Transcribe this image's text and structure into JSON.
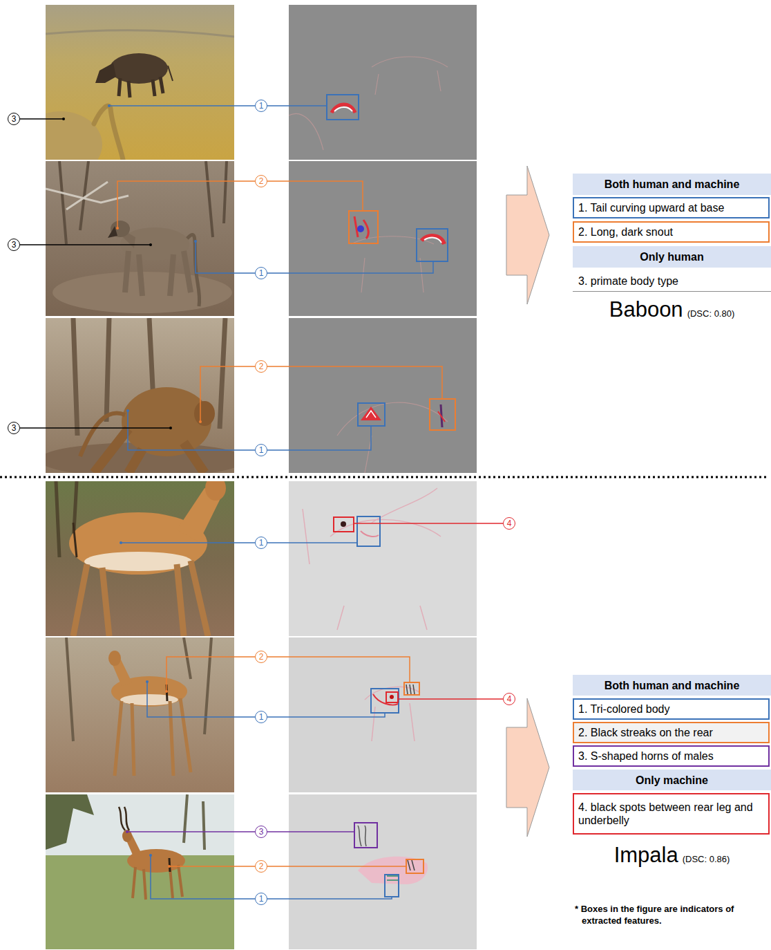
{
  "diagram": {
    "nodes": [
      {
        "text": [
          "3"
        ]
      },
      {
        "text": [
          "1"
        ]
      },
      {
        "text": [
          "2"
        ]
      },
      {
        "text": [
          "3"
        ]
      },
      {
        "text": [
          "1"
        ]
      },
      {
        "text": [
          "2"
        ]
      },
      {
        "text": [
          "3"
        ]
      },
      {
        "text": [
          "1"
        ]
      },
      {
        "text": [
          "Both human and machine"
        ]
      },
      {
        "text": [
          "1. Tail curving upward at base"
        ]
      },
      {
        "text": [
          "2. Long, dark snout"
        ]
      },
      {
        "text": [
          "Only human"
        ]
      },
      {
        "text": [
          "3. primate body type"
        ]
      },
      {
        "text": [
          "1"
        ]
      },
      {
        "text": [
          "4"
        ]
      },
      {
        "text": [
          "2"
        ]
      },
      {
        "text": [
          "4"
        ]
      },
      {
        "text": [
          "1"
        ]
      },
      {
        "text": [
          "3"
        ]
      },
      {
        "text": [
          "2"
        ]
      },
      {
        "text": [
          "1"
        ]
      },
      {
        "text": [
          "Both human and machine"
        ]
      },
      {
        "text": [
          "1. Tri-colored body"
        ]
      },
      {
        "text": [
          "2. Black streaks on the rear"
        ]
      },
      {
        "text": [
          "3. S-shaped horns of males"
        ]
      },
      {
        "text": [
          "Only machine"
        ]
      },
      {
        "text": [
          "4. black spots between rear leg and underbelly"
        ]
      }
    ],
    "labels": [
      "Baboon",
      "(DSC: 0.80)",
      "Impala",
      "(DSC: 0.86)",
      "* Boxes in the figure are indicators of extracted features."
    ]
  }
}
